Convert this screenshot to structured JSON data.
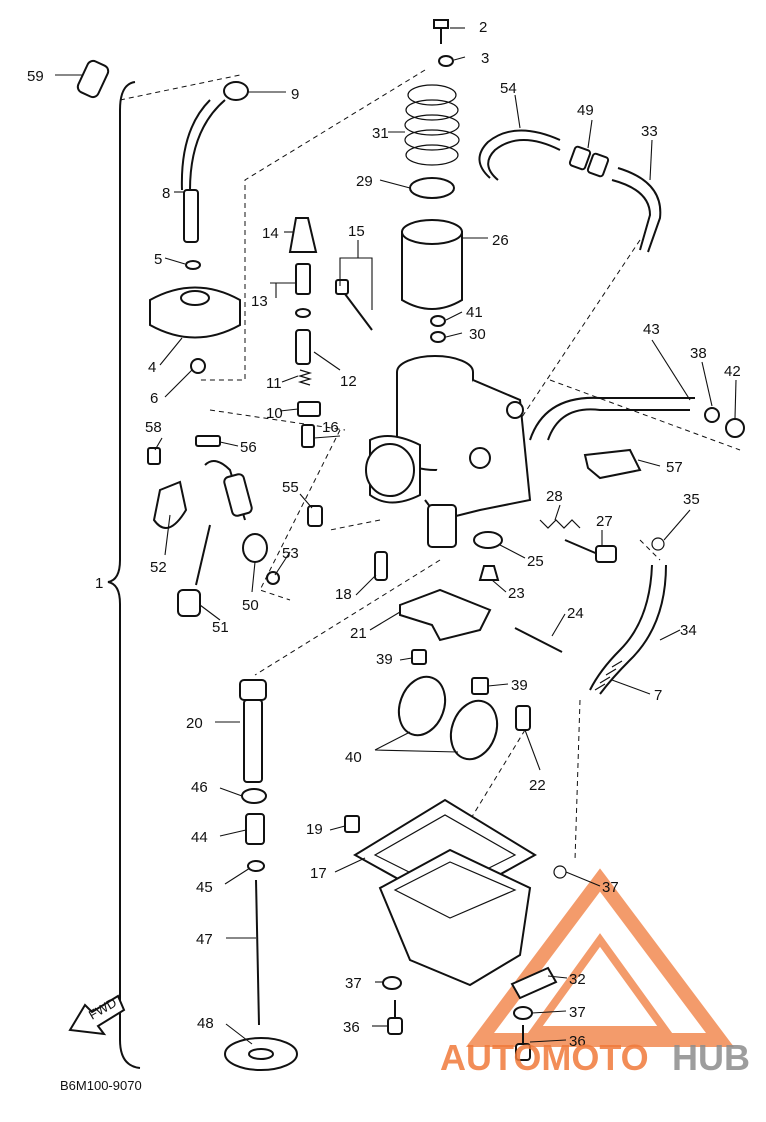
{
  "diagram": {
    "code": "B6M100-9070",
    "fwd_label": "FWD",
    "callouts": {
      "c1": "1",
      "c2": "2",
      "c3": "3",
      "c4": "4",
      "c5": "5",
      "c6": "6",
      "c7": "7",
      "c8": "8",
      "c9": "9",
      "c10": "10",
      "c11": "11",
      "c12": "12",
      "c13": "13",
      "c14": "14",
      "c15": "15",
      "c16": "16",
      "c17": "17",
      "c18": "18",
      "c19": "19",
      "c20": "20",
      "c21": "21",
      "c22": "22",
      "c23": "23",
      "c24": "24",
      "c25": "25",
      "c26": "26",
      "c27": "27",
      "c28": "28",
      "c29": "29",
      "c30": "30",
      "c31": "31",
      "c32": "32",
      "c33": "33",
      "c34": "34",
      "c35": "35",
      "c36a": "36",
      "c36b": "36",
      "c37a": "37",
      "c37b": "37",
      "c37c": "37",
      "c38": "38",
      "c39a": "39",
      "c39b": "39",
      "c40": "40",
      "c41": "41",
      "c42": "42",
      "c43": "43",
      "c44": "44",
      "c45": "45",
      "c46": "46",
      "c47": "47",
      "c48": "48",
      "c49": "49",
      "c50": "50",
      "c51": "51",
      "c52": "52",
      "c53": "53",
      "c54": "54",
      "c55": "55",
      "c56": "56",
      "c57": "57",
      "c58": "58",
      "c59": "59"
    }
  },
  "watermark": {
    "text_a": "AUTOMOTO",
    "text_b": "HUB",
    "color_a": "#f07a3a",
    "color_b": "#8c8c8c"
  }
}
